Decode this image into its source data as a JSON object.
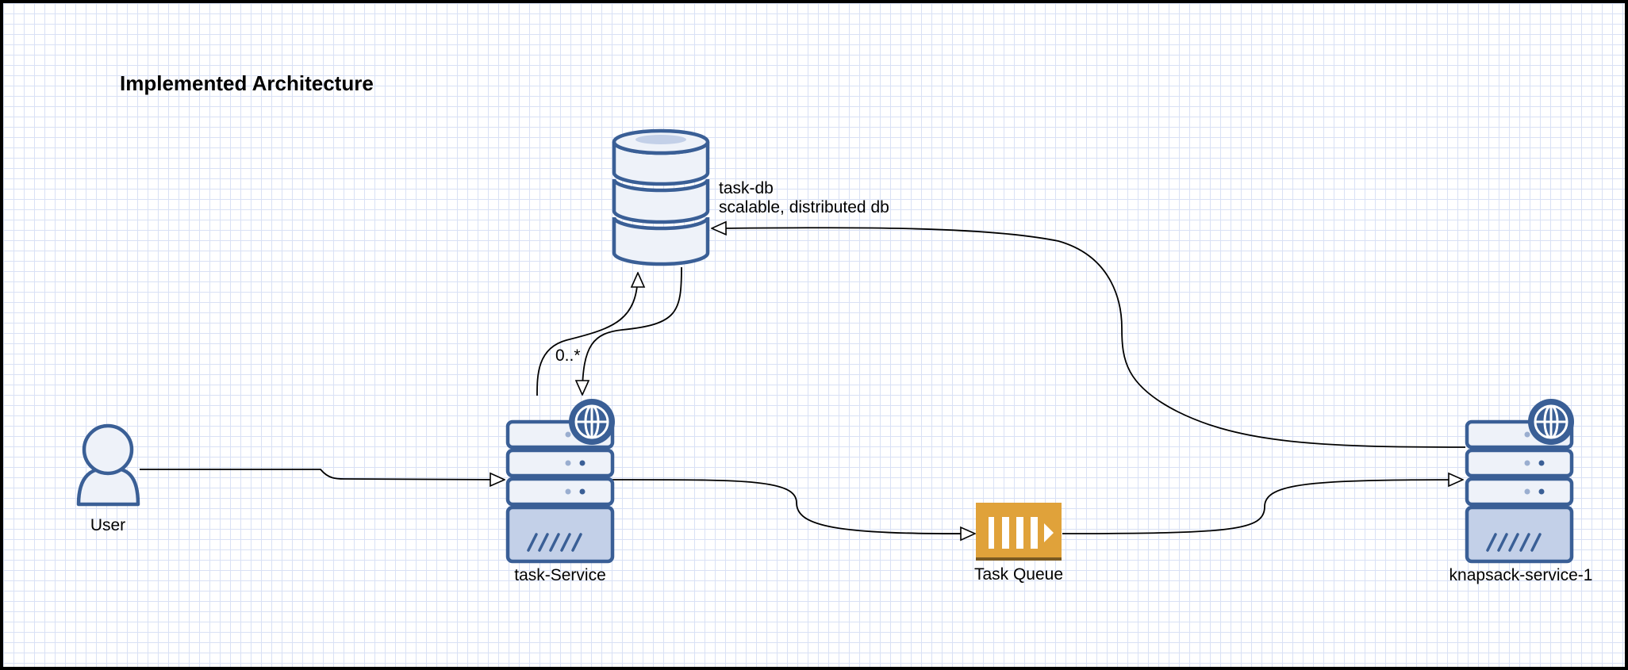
{
  "title": "Implemented Architecture",
  "nodes": {
    "user": {
      "label": "User",
      "icon": "user-icon"
    },
    "task_service": {
      "label": "task-Service",
      "icon": "server-globe-icon"
    },
    "task_db": {
      "label": "task-db",
      "description": "scalable, distributed db",
      "icon": "database-icon"
    },
    "task_queue": {
      "label": "Task Queue",
      "icon": "queue-icon"
    },
    "knapsack_service": {
      "label": "knapsack-service-1",
      "icon": "server-globe-icon"
    }
  },
  "edges": [
    {
      "from": "User",
      "to": "task-Service",
      "label": ""
    },
    {
      "from": "task-Service",
      "to": "task-db",
      "label": "0..*"
    },
    {
      "from": "task-db",
      "to": "task-Service",
      "label": ""
    },
    {
      "from": "task-Service",
      "to": "Task Queue",
      "label": ""
    },
    {
      "from": "Task Queue",
      "to": "knapsack-service-1",
      "label": ""
    },
    {
      "from": "knapsack-service-1",
      "to": "task-db",
      "label": ""
    }
  ],
  "colors": {
    "icon_stroke": "#3a5f96",
    "icon_fill": "#eef2f9",
    "icon_inner": "#c3d0e8",
    "queue_fill": "#e0a23a",
    "queue_border": "#7a5a22",
    "line": "#000000"
  }
}
